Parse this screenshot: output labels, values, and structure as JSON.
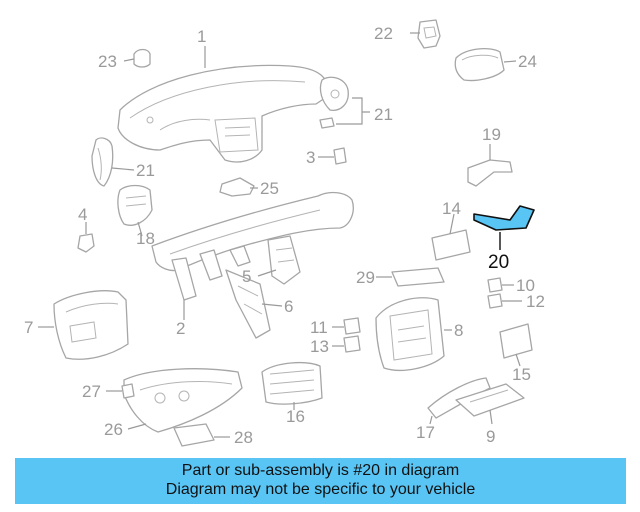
{
  "diagram": {
    "highlighted_part": "20",
    "highlight_color": "#58c5f5",
    "part_labels": [
      "1",
      "2",
      "3",
      "4",
      "5",
      "6",
      "7",
      "8",
      "9",
      "10",
      "11",
      "12",
      "13",
      "14",
      "15",
      "16",
      "17",
      "18",
      "19",
      "20",
      "21",
      "21",
      "22",
      "23",
      "24",
      "25",
      "26",
      "27",
      "28",
      "29"
    ]
  },
  "banner": {
    "line1": "Part or sub-assembly is #20 in diagram",
    "line2": "Diagram may not be specific to your vehicle",
    "background": "#58c5f5"
  }
}
